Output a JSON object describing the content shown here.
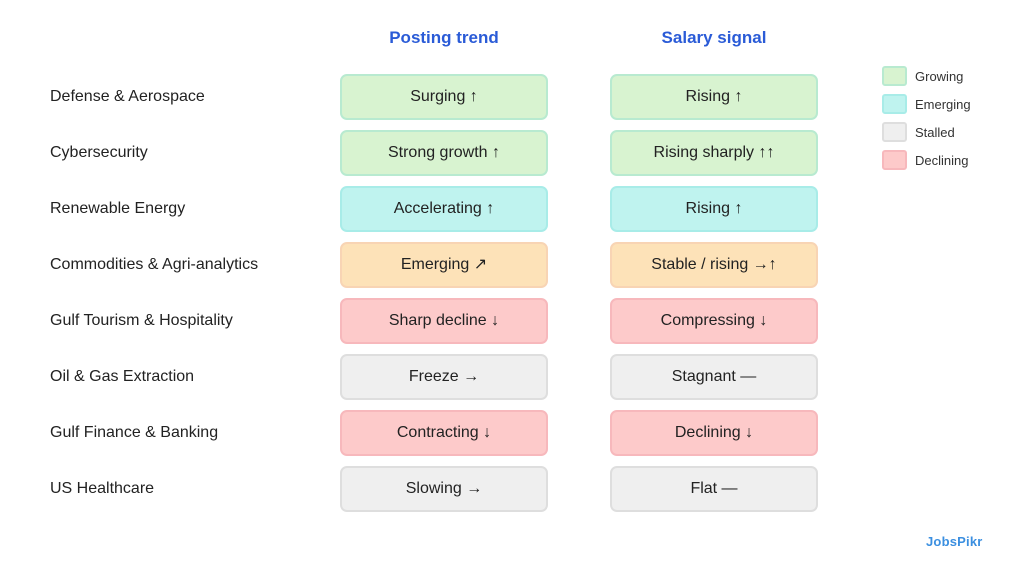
{
  "headers": {
    "posting_trend": "Posting trend",
    "salary_signal": "Salary signal"
  },
  "rows": [
    {
      "sector": "Defense & Aerospace",
      "posting": "Surging ↑",
      "posting_status": "growing",
      "salary": "Rising ↑",
      "salary_status": "growing"
    },
    {
      "sector": "Cybersecurity",
      "posting": "Strong growth ↑",
      "posting_status": "growing",
      "salary": "Rising sharply ↑↑",
      "salary_status": "growing"
    },
    {
      "sector": "Renewable Energy",
      "posting": "Accelerating ↑",
      "posting_status": "emerging",
      "salary": "Rising ↑",
      "salary_status": "emerging"
    },
    {
      "sector": "Commodities & Agri-analytics",
      "posting": "Emerging ↗",
      "posting_status": "amber",
      "salary": "Stable / rising →↑",
      "salary_status": "amber"
    },
    {
      "sector": "Gulf Tourism & Hospitality",
      "posting": "Sharp decline ↓",
      "posting_status": "declining",
      "salary": "Compressing ↓",
      "salary_status": "declining"
    },
    {
      "sector": "Oil & Gas Extraction",
      "posting": "Freeze →",
      "posting_status": "stalled",
      "salary": "Stagnant —",
      "salary_status": "stalled"
    },
    {
      "sector": "Gulf Finance & Banking",
      "posting": "Contracting ↓",
      "posting_status": "declining",
      "salary": "Declining ↓",
      "salary_status": "declining"
    },
    {
      "sector": "US Healthcare",
      "posting": "Slowing →",
      "posting_status": "stalled",
      "salary": "Flat —",
      "salary_status": "stalled"
    }
  ],
  "legend": [
    {
      "label": "Growing",
      "fill": "#d8f3d0",
      "border": "#b8ead0"
    },
    {
      "label": "Emerging",
      "fill": "#bff3ef",
      "border": "#a8ece8"
    },
    {
      "label": "Stalled",
      "fill": "#efefef",
      "border": "#dedede"
    },
    {
      "label": "Declining",
      "fill": "#fdcaca",
      "border": "#f7b8bc"
    }
  ],
  "colors": {
    "header_blue": "#2a5bd7",
    "growing": "#d8f3d0",
    "emerging": "#bff3ef",
    "amber": "#fde2b8",
    "declining": "#fdcaca",
    "stalled": "#efefef"
  },
  "logo": "JobsPikr"
}
